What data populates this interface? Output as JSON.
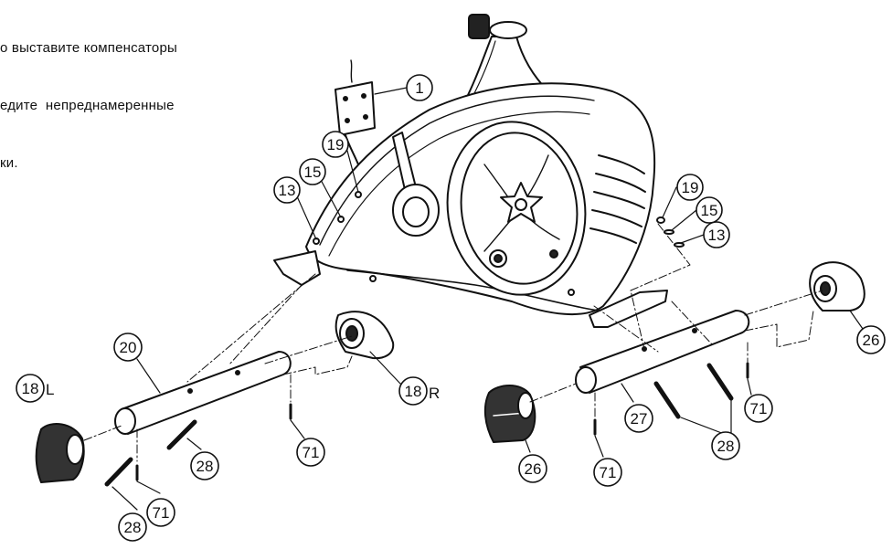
{
  "instructions": {
    "lines": [
      "о выставите компенсаторы",
      "едите  непреднамеренные",
      "ки."
    ]
  },
  "callouts": [
    {
      "id": "c-1-top",
      "label": "1"
    },
    {
      "id": "c-19-left",
      "label": "19"
    },
    {
      "id": "c-15-left",
      "label": "15"
    },
    {
      "id": "c-13-left",
      "label": "13"
    },
    {
      "id": "c-19-right",
      "label": "19"
    },
    {
      "id": "c-15-right",
      "label": "15"
    },
    {
      "id": "c-13-right",
      "label": "13"
    },
    {
      "id": "c-20",
      "label": "20"
    },
    {
      "id": "c-18-left",
      "label": "18"
    },
    {
      "id": "c-18-right",
      "label": "18"
    },
    {
      "id": "c-26-right",
      "label": "26"
    },
    {
      "id": "c-26-front",
      "label": "26"
    },
    {
      "id": "c-27",
      "label": "27"
    },
    {
      "id": "c-28-center",
      "label": "28"
    },
    {
      "id": "c-28-left",
      "label": "28"
    },
    {
      "id": "c-28-right",
      "label": "28"
    },
    {
      "id": "c-71-center",
      "label": "71"
    },
    {
      "id": "c-71-left",
      "label": "71"
    },
    {
      "id": "c-71-right-a",
      "label": "71"
    },
    {
      "id": "c-71-right-b",
      "label": "71"
    }
  ],
  "side_labels": {
    "left": "L",
    "right": "R"
  }
}
